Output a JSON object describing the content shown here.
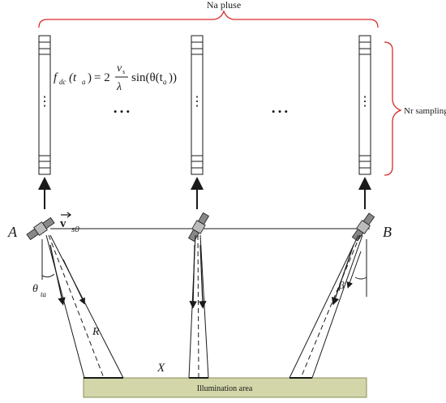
{
  "title": "Na pluse",
  "side_label": "Nr sampling",
  "formula": {
    "lhs": "f",
    "lhs_sub": "dc",
    "arg": "(t",
    "arg_sub": "a",
    "arg_close": ")",
    "eq": "= 2",
    "num": "v",
    "num_sub": "s",
    "den": "λ",
    "rhs": "sin(θ(t",
    "rhs_sub": "a",
    "rhs_close": "))"
  },
  "ellipsis": "• • •",
  "column_dots": "⋮",
  "point_a": "A",
  "point_b": "B",
  "velocity": {
    "symbol": "v",
    "subscript": "s0"
  },
  "angle_theta": "θ",
  "angle_theta_sub": "ta",
  "angle_beta": "β",
  "range_label": "R",
  "x_label": "X",
  "illumination_label": "Illumination area",
  "colors": {
    "brace": "#d92a2a",
    "ground": "#d2d6a8",
    "ground_border": "#8a8f5a",
    "line": "#1a1a1a"
  }
}
